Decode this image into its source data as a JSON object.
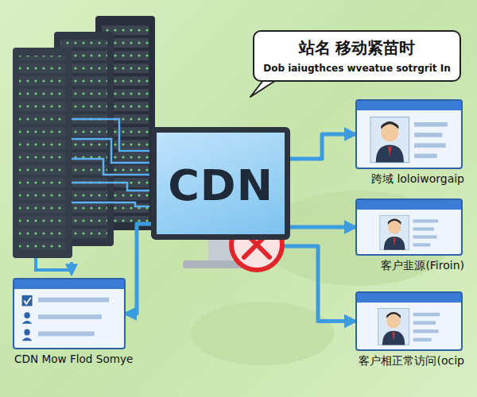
{
  "diagram": {
    "nodes": [
      {
        "text": [
          "站名 移动紧苗时",
          "Dob iaiugthces wveatue sotrgrit In"
        ]
      },
      {
        "text": [
          "CDN"
        ]
      },
      {
        "text": [
          "跨域 loloiworgaip"
        ]
      },
      {
        "text": [
          "客户韭源(Firoin)"
        ]
      },
      {
        "text": [
          "CDN Mow Flod Somye"
        ]
      },
      {
        "text": [
          "客户相正常访问(ocip"
        ]
      }
    ],
    "edges": [
      {
        "from": 1,
        "to": 2,
        "arrow": "to"
      },
      {
        "from": 1,
        "to": 3,
        "arrow": "to"
      },
      {
        "from": 1,
        "to": 4,
        "arrow": "to"
      },
      {
        "from": 1,
        "to": 5,
        "arrow": "to"
      }
    ]
  }
}
